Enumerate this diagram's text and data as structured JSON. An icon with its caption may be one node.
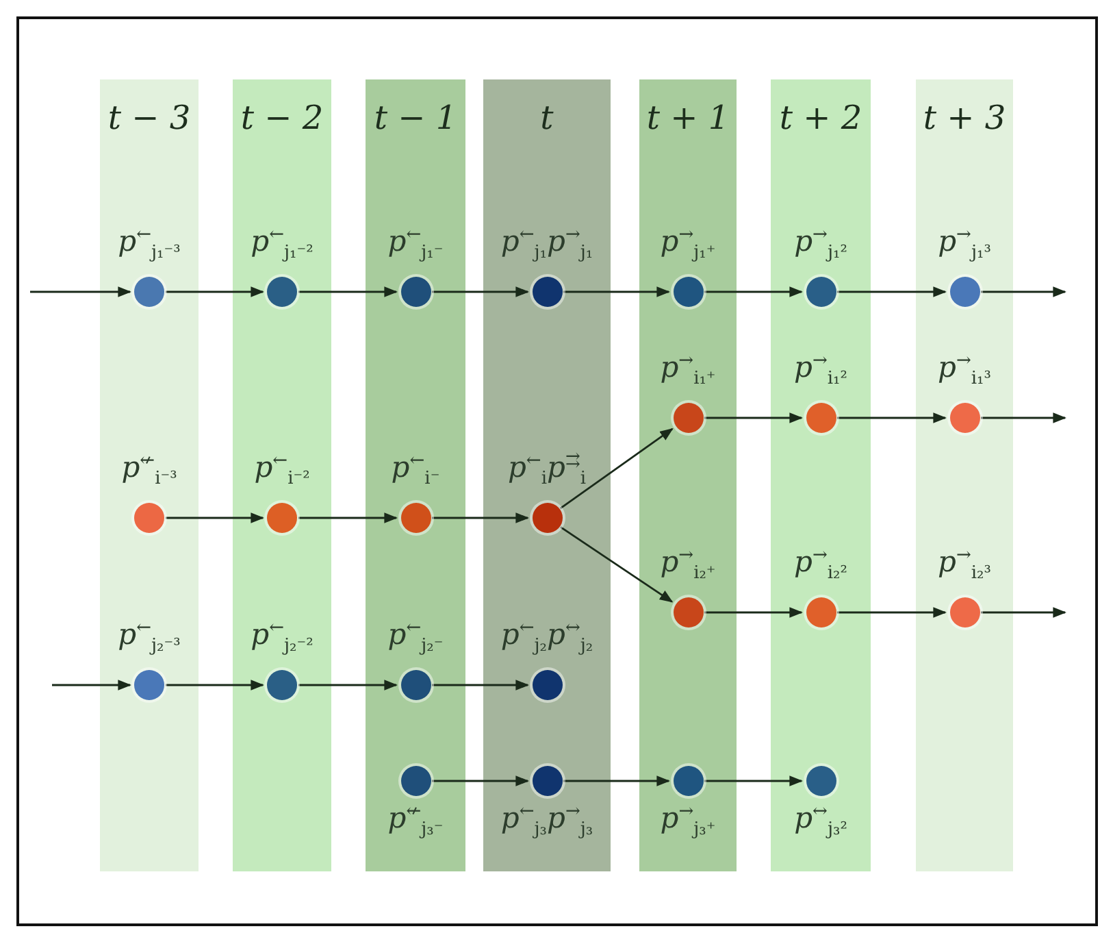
{
  "diagram": {
    "nodes": [
      {
        "text": [
          "t − 3"
        ]
      },
      {
        "text": [
          "t − 2"
        ]
      },
      {
        "text": [
          "t − 1"
        ]
      },
      {
        "text": [
          "t"
        ]
      },
      {
        "text": [
          "t + 1"
        ]
      },
      {
        "text": [
          "t + 2"
        ]
      },
      {
        "text": [
          "t + 3"
        ]
      },
      {
        "text": [],
        "shape": "circle",
        "in": 0,
        "beside": [
          "p$^{←}$$_{j₁⁻³}$"
        ]
      },
      {
        "text": [],
        "shape": "circle",
        "in": 1,
        "beside": [
          "p$^{←}$$_{j₁⁻²}$"
        ]
      },
      {
        "text": [],
        "shape": "circle",
        "in": 2,
        "beside": [
          "p$^{←}$$_{j₁⁻}$"
        ]
      },
      {
        "text": [],
        "shape": "circle",
        "in": 3,
        "beside": [
          "p$^{←}$$_{j₁}$p$^{→}$$_{j₁}$"
        ]
      },
      {
        "text": [],
        "shape": "circle",
        "in": 4,
        "beside": [
          "p$^{→}$$_{j₁⁺}$"
        ]
      },
      {
        "text": [],
        "shape": "circle",
        "in": 5,
        "beside": [
          "p$^{→}$$_{j₁²}$"
        ]
      },
      {
        "text": [],
        "shape": "circle",
        "in": 6,
        "beside": [
          "p$^{→}$$_{j₁³}$"
        ]
      },
      {
        "text": [],
        "shape": "circle",
        "in": 4,
        "beside": [
          "p$^{→}$$_{i₁⁺}$"
        ]
      },
      {
        "text": [],
        "shape": "circle",
        "in": 5,
        "beside": [
          "p$^{→}$$_{i₁²}$"
        ]
      },
      {
        "text": [],
        "shape": "circle",
        "in": 6,
        "beside": [
          "p$^{→}$$_{i₁³}$"
        ]
      },
      {
        "text": [],
        "shape": "circle",
        "in": 0,
        "beside": [
          "p$^{↚}$$_{i⁻³}$"
        ]
      },
      {
        "text": [],
        "shape": "circle",
        "in": 1,
        "beside": [
          "p$^{←}$$_{i⁻²}$"
        ]
      },
      {
        "text": [],
        "shape": "circle",
        "in": 2,
        "beside": [
          "p$^{←}$$_{i⁻}$"
        ]
      },
      {
        "text": [],
        "shape": "circle",
        "in": 3,
        "beside": [
          "p$^{←}$$_{i}$p$^{⇉}$$_{i}$"
        ]
      },
      {
        "text": [],
        "shape": "circle",
        "in": 4,
        "beside": [
          "p$^{→}$$_{i₂⁺}$"
        ]
      },
      {
        "text": [],
        "shape": "circle",
        "in": 5,
        "beside": [
          "p$^{→}$$_{i₂²}$"
        ]
      },
      {
        "text": [],
        "shape": "circle",
        "in": 6,
        "beside": [
          "p$^{→}$$_{i₂³}$"
        ]
      },
      {
        "text": [],
        "shape": "circle",
        "in": 0,
        "beside": [
          "p$^{←}$$_{j₂⁻³}$"
        ]
      },
      {
        "text": [],
        "shape": "circle",
        "in": 1,
        "beside": [
          "p$^{←}$$_{j₂⁻²}$"
        ]
      },
      {
        "text": [],
        "shape": "circle",
        "in": 2,
        "beside": [
          "p$^{←}$$_{j₂⁻}$"
        ]
      },
      {
        "text": [],
        "shape": "circle",
        "in": 3,
        "beside": [
          "p$^{←}$$_{j₂}$p$^{↔}$$_{j₂}$"
        ]
      },
      {
        "text": [],
        "shape": "circle",
        "in": 2,
        "beside": [
          "p$^{↚}$$_{j₃⁻}$"
        ]
      },
      {
        "text": [],
        "shape": "circle",
        "in": 3,
        "beside": [
          "p$^{←}$$_{j₃}$p$^{→}$$_{j₃}$"
        ]
      },
      {
        "text": [],
        "shape": "circle",
        "in": 4,
        "beside": [
          "p$^{→}$$_{j₃⁺}$"
        ]
      },
      {
        "text": [],
        "shape": "circle",
        "in": 5,
        "beside": [
          "p$^{↔}$$_{j₃²}$"
        ]
      }
    ],
    "edges": [
      {
        "from": null,
        "to": 7,
        "arrow": "to"
      },
      {
        "from": 7,
        "to": 8,
        "arrow": "to"
      },
      {
        "from": 8,
        "to": 9,
        "arrow": "to"
      },
      {
        "from": 9,
        "to": 10,
        "arrow": "to"
      },
      {
        "from": 10,
        "to": 11,
        "arrow": "to"
      },
      {
        "from": 11,
        "to": 12,
        "arrow": "to"
      },
      {
        "from": 12,
        "to": 13,
        "arrow": "to"
      },
      {
        "from": 13,
        "to": null,
        "arrow": "to"
      },
      {
        "from": 14,
        "to": 15,
        "arrow": "to"
      },
      {
        "from": 15,
        "to": 16,
        "arrow": "to"
      },
      {
        "from": 16,
        "to": null,
        "arrow": "to"
      },
      {
        "from": 17,
        "to": 18,
        "arrow": "to"
      },
      {
        "from": 18,
        "to": 19,
        "arrow": "to"
      },
      {
        "from": 19,
        "to": 20,
        "arrow": "to"
      },
      {
        "from": 20,
        "to": 14,
        "arrow": "to"
      },
      {
        "from": 20,
        "to": 21,
        "arrow": "to"
      },
      {
        "from": 21,
        "to": 22,
        "arrow": "to"
      },
      {
        "from": 22,
        "to": 23,
        "arrow": "to"
      },
      {
        "from": 23,
        "to": null,
        "arrow": "to"
      },
      {
        "from": null,
        "to": 24,
        "arrow": "to"
      },
      {
        "from": 24,
        "to": 25,
        "arrow": "to"
      },
      {
        "from": 25,
        "to": 26,
        "arrow": "to"
      },
      {
        "from": 26,
        "to": 27,
        "arrow": "to"
      },
      {
        "from": 28,
        "to": 29,
        "arrow": "to"
      },
      {
        "from": 29,
        "to": 30,
        "arrow": "to"
      },
      {
        "from": 30,
        "to": 31,
        "arrow": "to"
      }
    ]
  }
}
